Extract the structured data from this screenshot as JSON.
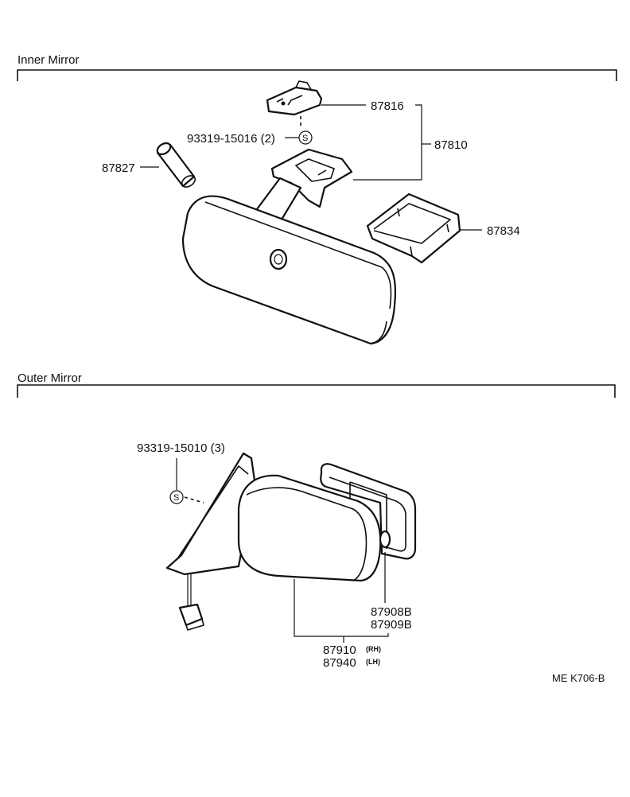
{
  "sections": {
    "inner": {
      "title": "Inner Mirror"
    },
    "outer": {
      "title": "Outer Mirror"
    }
  },
  "inner_labels": {
    "p87816": "87816",
    "p87810": "87810",
    "screw": "93319-15016 (2)",
    "p87827": "87827",
    "p87834": "87834"
  },
  "outer_labels": {
    "screw": "93319-15010 (3)",
    "p87908b": "87908B",
    "p87909b": "87909B",
    "p87910": "87910",
    "rh": "(RH)",
    "p87940": "87940",
    "lh": "(LH)"
  },
  "screw_symbol": "S",
  "drawing_code": "ME K706-B",
  "icons": {
    "mount_plate": "mount-plate-icon",
    "inner_mirror": "inner-mirror-icon",
    "cover": "cover-icon",
    "pin": "pin-icon",
    "outer_mirror": "outer-mirror-icon",
    "mirror_glass": "mirror-glass-icon",
    "connector": "connector-icon"
  }
}
